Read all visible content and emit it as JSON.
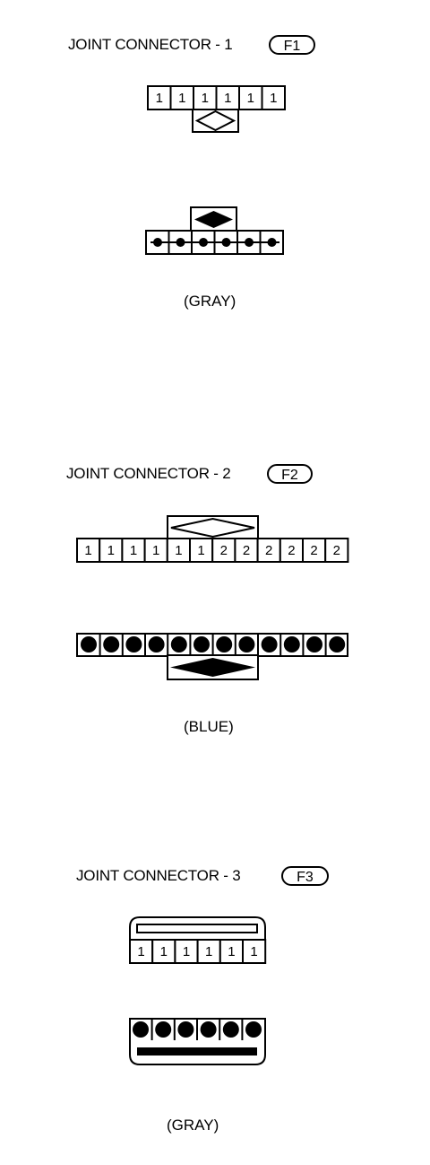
{
  "connectors": [
    {
      "title": "JOINT CONNECTOR - 1",
      "code": "F1",
      "color": "(GRAY)",
      "terminals": [
        "1",
        "1",
        "1",
        "1",
        "1",
        "1"
      ]
    },
    {
      "title": "JOINT CONNECTOR - 2",
      "code": "F2",
      "color": "(BLUE)",
      "terminals": [
        "1",
        "1",
        "1",
        "1",
        "1",
        "1",
        "2",
        "2",
        "2",
        "2",
        "2",
        "2"
      ]
    },
    {
      "title": "JOINT CONNECTOR - 3",
      "code": "F3",
      "color": "(GRAY)",
      "terminals": [
        "1",
        "1",
        "1",
        "1",
        "1",
        "1"
      ]
    }
  ]
}
